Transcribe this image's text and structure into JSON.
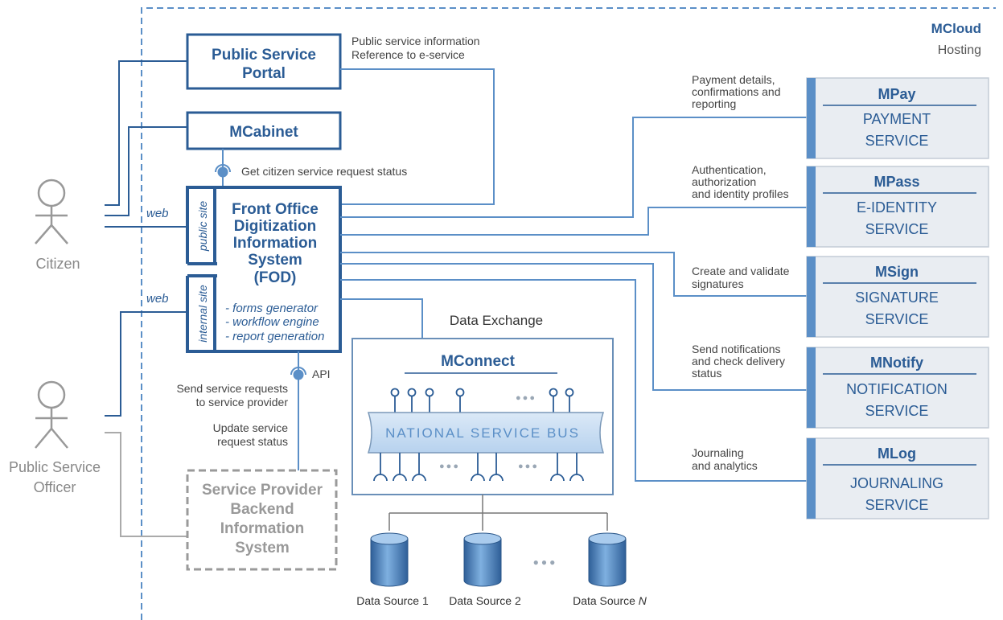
{
  "colors": {
    "dark_blue": "#2b5c95",
    "line_blue": "#5b8fc7",
    "panel_gray": "#e9edf2",
    "light_blue": "#c7ddf3",
    "gray": "#9a9a9a"
  },
  "hosting": {
    "name": "MCloud",
    "label": "Hosting"
  },
  "actors": {
    "citizen": "Citizen",
    "officer_line1": "Public Service",
    "officer_line2": "Officer"
  },
  "portal": {
    "line1": "Public Service",
    "line2": "Portal",
    "note1": "Public service information",
    "note2": "Reference to e-service"
  },
  "mcabinet": {
    "title": "MCabinet",
    "note": "Get citizen service request status"
  },
  "fod": {
    "title_lines": [
      "Front Office",
      "Digitization",
      "Information",
      "System",
      "(FOD)"
    ],
    "public_site": "public site",
    "internal_site": "internal site",
    "features": [
      "- forms generator",
      "- workflow engine",
      "- report generation"
    ],
    "web_public": "web",
    "web_internal": "web",
    "api": "API"
  },
  "backend": {
    "lines": [
      "Service Provider",
      "Backend",
      "Information",
      "System"
    ],
    "note_send1": "Send service requests",
    "note_send2": "to service provider",
    "note_update1": "Update service",
    "note_update2": "request status"
  },
  "exchange": {
    "label": "Data Exchange",
    "title": "MConnect",
    "bus": "NATIONAL SERVICE BUS",
    "ellipsis": "●●●",
    "sources": [
      "Data Source 1",
      "Data Source 2"
    ],
    "source_n_prefix": "Data Source ",
    "source_n_suffix": "N"
  },
  "services": [
    {
      "name": "MPay",
      "line1": "PAYMENT",
      "line2": "SERVICE",
      "notes": [
        "Payment details,",
        "confirmations and",
        "reporting"
      ]
    },
    {
      "name": "MPass",
      "line1": "E-IDENTITY",
      "line2": "SERVICE",
      "notes": [
        "Authentication,",
        "authorization",
        "and identity profiles"
      ]
    },
    {
      "name": "MSign",
      "line1": "SIGNATURE",
      "line2": "SERVICE",
      "notes": [
        "Create and validate",
        "signatures"
      ]
    },
    {
      "name": "MNotify",
      "line1": "NOTIFICATION",
      "line2": "SERVICE",
      "notes": [
        "Send notifications",
        "and check delivery",
        "status"
      ]
    },
    {
      "name": "MLog",
      "line1": "JOURNALING",
      "line2": "SERVICE",
      "notes": [
        "Journaling",
        "and analytics"
      ]
    }
  ]
}
